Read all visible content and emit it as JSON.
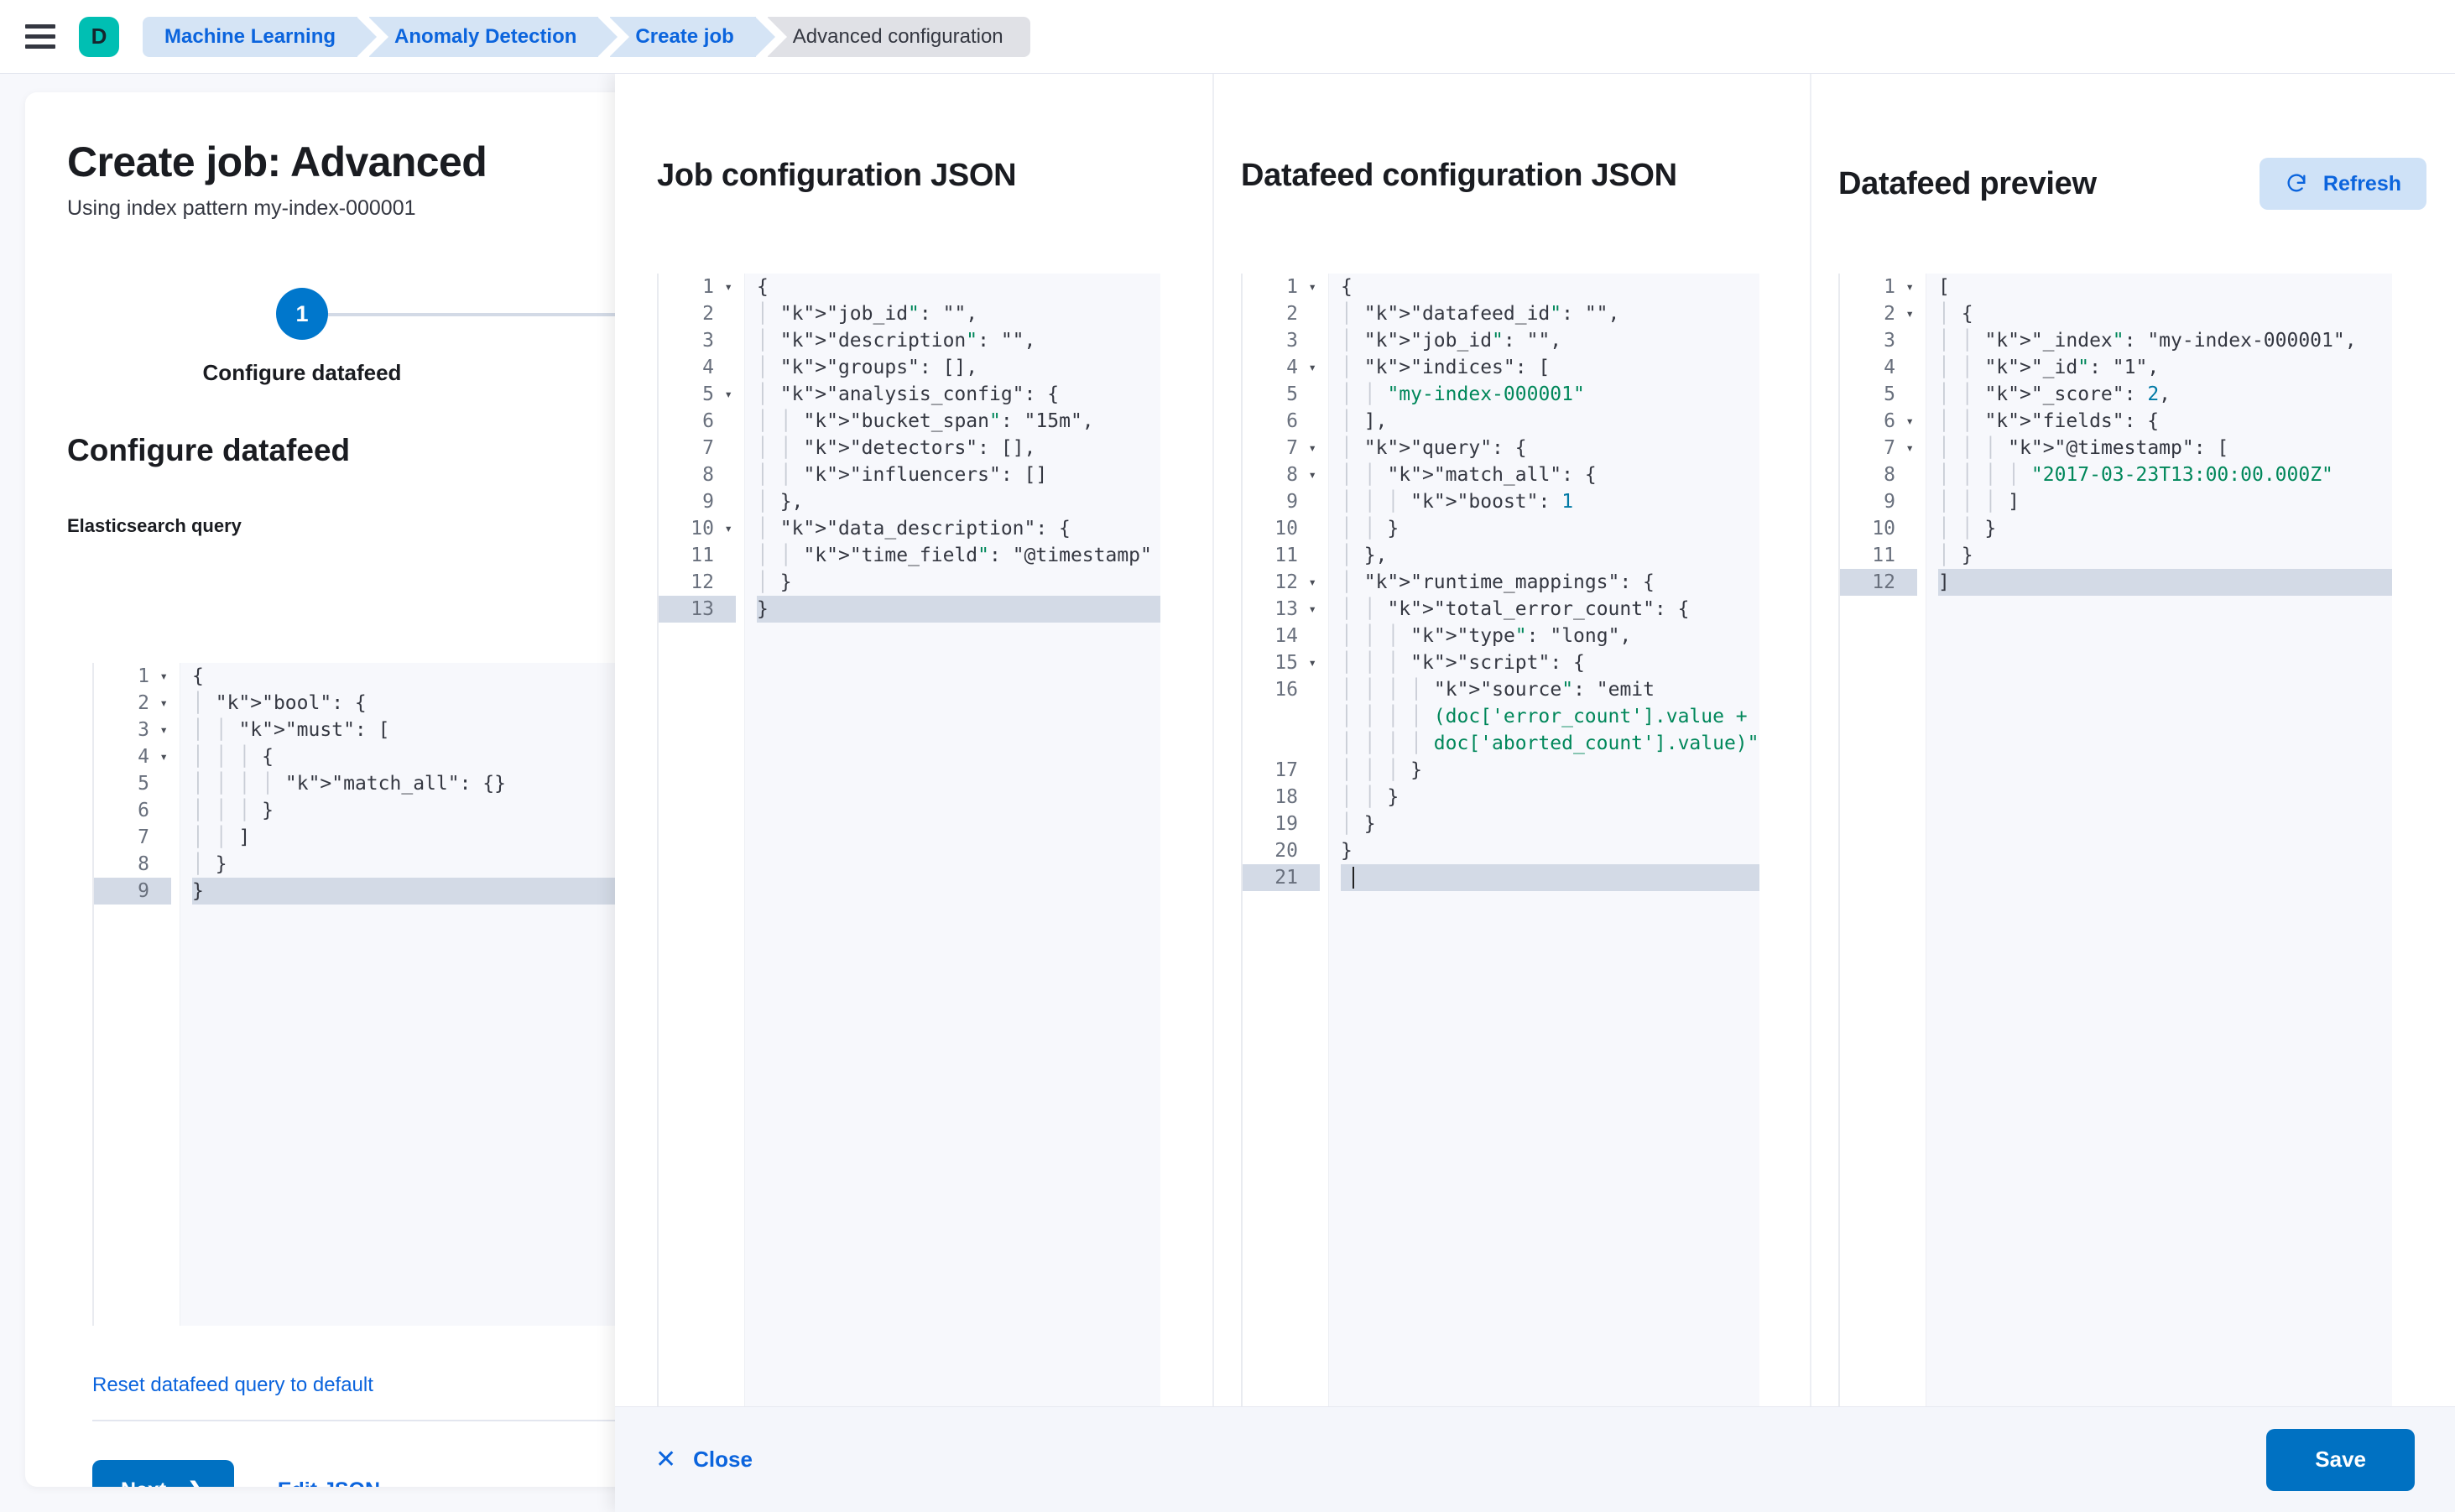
{
  "chrome": {
    "menu_icon": "hamburger-icon",
    "space_badge": "D",
    "space_badge_color": "#00BFB3",
    "breadcrumbs": [
      {
        "label": "Machine Learning",
        "current": false
      },
      {
        "label": "Anomaly Detection",
        "current": false
      },
      {
        "label": "Create job",
        "current": false
      },
      {
        "label": "Advanced configuration",
        "current": true
      }
    ]
  },
  "wizard": {
    "title": "Create job: Advanced",
    "subtitle": "Using index pattern my-index-000001",
    "step_number": "1",
    "step_label": "Configure datafeed",
    "section_heading": "Configure datafeed",
    "query_label": "Elasticsearch query",
    "reset_link": "Reset datafeed query to default",
    "next_label": "Next",
    "next_chevron": "chevron-right-icon",
    "edit_json_label": "Edit JSON",
    "query_lines": [
      {
        "n": "1",
        "fold": true,
        "text": "{"
      },
      {
        "n": "2",
        "fold": true,
        "text": "  \"bool\": {"
      },
      {
        "n": "3",
        "fold": true,
        "text": "    \"must\": ["
      },
      {
        "n": "4",
        "fold": true,
        "text": "      {"
      },
      {
        "n": "5",
        "fold": false,
        "text": "        \"match_all\": {}"
      },
      {
        "n": "6",
        "fold": false,
        "text": "      }"
      },
      {
        "n": "7",
        "fold": false,
        "text": "    ]"
      },
      {
        "n": "8",
        "fold": false,
        "text": "  }"
      },
      {
        "n": "9",
        "fold": false,
        "text": "}",
        "active": true
      }
    ]
  },
  "flyout": {
    "panes": {
      "job": {
        "title": "Job configuration JSON",
        "lines": [
          {
            "n": "1",
            "fold": true,
            "text": "{"
          },
          {
            "n": "2",
            "fold": false,
            "text": "  \"job_id\": \"\","
          },
          {
            "n": "3",
            "fold": false,
            "text": "  \"description\": \"\","
          },
          {
            "n": "4",
            "fold": false,
            "text": "  \"groups\": [],"
          },
          {
            "n": "5",
            "fold": true,
            "text": "  \"analysis_config\": {"
          },
          {
            "n": "6",
            "fold": false,
            "text": "    \"bucket_span\": \"15m\","
          },
          {
            "n": "7",
            "fold": false,
            "text": "    \"detectors\": [],"
          },
          {
            "n": "8",
            "fold": false,
            "text": "    \"influencers\": []"
          },
          {
            "n": "9",
            "fold": false,
            "text": "  },"
          },
          {
            "n": "10",
            "fold": true,
            "text": "  \"data_description\": {"
          },
          {
            "n": "11",
            "fold": false,
            "text": "    \"time_field\": \"@timestamp\""
          },
          {
            "n": "12",
            "fold": false,
            "text": "  }"
          },
          {
            "n": "13",
            "fold": false,
            "text": "}",
            "active": true
          }
        ]
      },
      "datafeed": {
        "title": "Datafeed configuration JSON",
        "lines": [
          {
            "n": "1",
            "fold": true,
            "text": "{"
          },
          {
            "n": "2",
            "fold": false,
            "text": "  \"datafeed_id\": \"\","
          },
          {
            "n": "3",
            "fold": false,
            "text": "  \"job_id\": \"\","
          },
          {
            "n": "4",
            "fold": true,
            "text": "  \"indices\": ["
          },
          {
            "n": "5",
            "fold": false,
            "text": "    \"my-index-000001\""
          },
          {
            "n": "6",
            "fold": false,
            "text": "  ],"
          },
          {
            "n": "7",
            "fold": true,
            "text": "  \"query\": {"
          },
          {
            "n": "8",
            "fold": true,
            "text": "    \"match_all\": {"
          },
          {
            "n": "9",
            "fold": false,
            "text": "      \"boost\": 1"
          },
          {
            "n": "10",
            "fold": false,
            "text": "    }"
          },
          {
            "n": "11",
            "fold": false,
            "text": "  },"
          },
          {
            "n": "12",
            "fold": true,
            "text": "  \"runtime_mappings\": {"
          },
          {
            "n": "13",
            "fold": true,
            "text": "    \"total_error_count\": {"
          },
          {
            "n": "14",
            "fold": false,
            "text": "      \"type\": \"long\","
          },
          {
            "n": "15",
            "fold": true,
            "text": "      \"script\": {"
          },
          {
            "n": "16",
            "fold": false,
            "text": "        \"source\": \"emit\n          (doc['error_count'].value +\n          doc['aborted_count'].value)\"",
            "wrapped": 3
          },
          {
            "n": "17",
            "fold": false,
            "text": "      }"
          },
          {
            "n": "18",
            "fold": false,
            "text": "    }"
          },
          {
            "n": "19",
            "fold": false,
            "text": "  }"
          },
          {
            "n": "20",
            "fold": false,
            "text": "}"
          },
          {
            "n": "21",
            "fold": false,
            "text": "",
            "active": true,
            "cursor": true
          }
        ]
      },
      "preview": {
        "title": "Datafeed preview",
        "refresh_label": "Refresh",
        "refresh_icon": "refresh-icon",
        "lines": [
          {
            "n": "1",
            "fold": true,
            "text": "["
          },
          {
            "n": "2",
            "fold": true,
            "text": "  {"
          },
          {
            "n": "3",
            "fold": false,
            "text": "    \"_index\": \"my-index-000001\","
          },
          {
            "n": "4",
            "fold": false,
            "text": "    \"_id\": \"1\","
          },
          {
            "n": "5",
            "fold": false,
            "text": "    \"_score\": 2,"
          },
          {
            "n": "6",
            "fold": true,
            "text": "    \"fields\": {"
          },
          {
            "n": "7",
            "fold": true,
            "text": "      \"@timestamp\": ["
          },
          {
            "n": "8",
            "fold": false,
            "text": "        \"2017-03-23T13:00:00.000Z\""
          },
          {
            "n": "9",
            "fold": false,
            "text": "      ]"
          },
          {
            "n": "10",
            "fold": false,
            "text": "    }"
          },
          {
            "n": "11",
            "fold": false,
            "text": "  }"
          },
          {
            "n": "12",
            "fold": false,
            "text": "]",
            "active": true
          }
        ]
      }
    },
    "footer": {
      "close_label": "Close",
      "close_icon": "close-icon",
      "save_label": "Save"
    }
  }
}
